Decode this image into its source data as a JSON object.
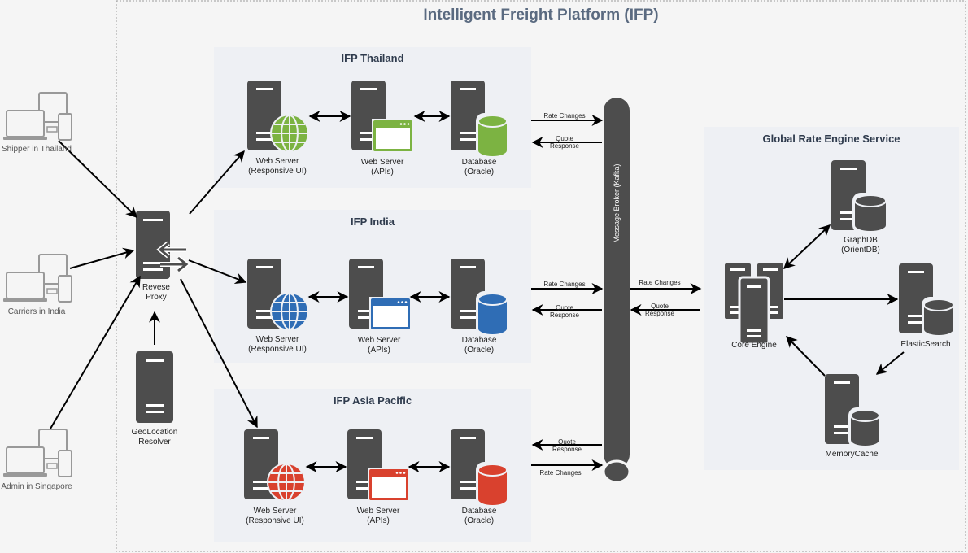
{
  "title": "Intelligent Freight Platform (IFP)",
  "colors": {
    "server": "#4d4d4d",
    "thailand": "#7cb342",
    "india": "#2f6db5",
    "asia_pacific": "#d9412e",
    "group_bg": "#eef0f4",
    "title": "#5a6a80"
  },
  "clients": [
    {
      "label": "Shipper in Thailand"
    },
    {
      "label": "Carriers in India"
    },
    {
      "label": "Admin in Singapore"
    }
  ],
  "proxy": {
    "line1": "Revese",
    "line2": "Proxy"
  },
  "geo": {
    "line1": "GeoLocation",
    "line2": "Resolver"
  },
  "regions": [
    {
      "title": "IFP Thailand",
      "ui": {
        "line1": "Web Server",
        "line2": "(Responsive UI)"
      },
      "api": {
        "line1": "Web Server",
        "line2": "(APIs)"
      },
      "db": {
        "line1": "Database",
        "line2": "(Oracle)"
      }
    },
    {
      "title": "IFP India",
      "ui": {
        "line1": "Web Server",
        "line2": "(Responsive UI)"
      },
      "api": {
        "line1": "Web Server",
        "line2": "(APIs)"
      },
      "db": {
        "line1": "Database",
        "line2": "(Oracle)"
      }
    },
    {
      "title": "IFP Asia Pacific",
      "ui": {
        "line1": "Web Server",
        "line2": "(Responsive UI)"
      },
      "api": {
        "line1": "Web Server",
        "line2": "(APIs)"
      },
      "db": {
        "line1": "Database",
        "line2": "(Oracle)"
      }
    }
  ],
  "broker": {
    "label": "Message Broker (Kafka)"
  },
  "edges": {
    "rate_changes": "Rate Changes",
    "quote": "Quote",
    "response": "Response"
  },
  "engine": {
    "title": "Global Rate Engine Service",
    "core": "Core Engine",
    "graphdb": {
      "line1": "GraphDB",
      "line2": "(OrientDB)"
    },
    "elastic": "ElasticSearch",
    "cache": "MemoryCache"
  }
}
